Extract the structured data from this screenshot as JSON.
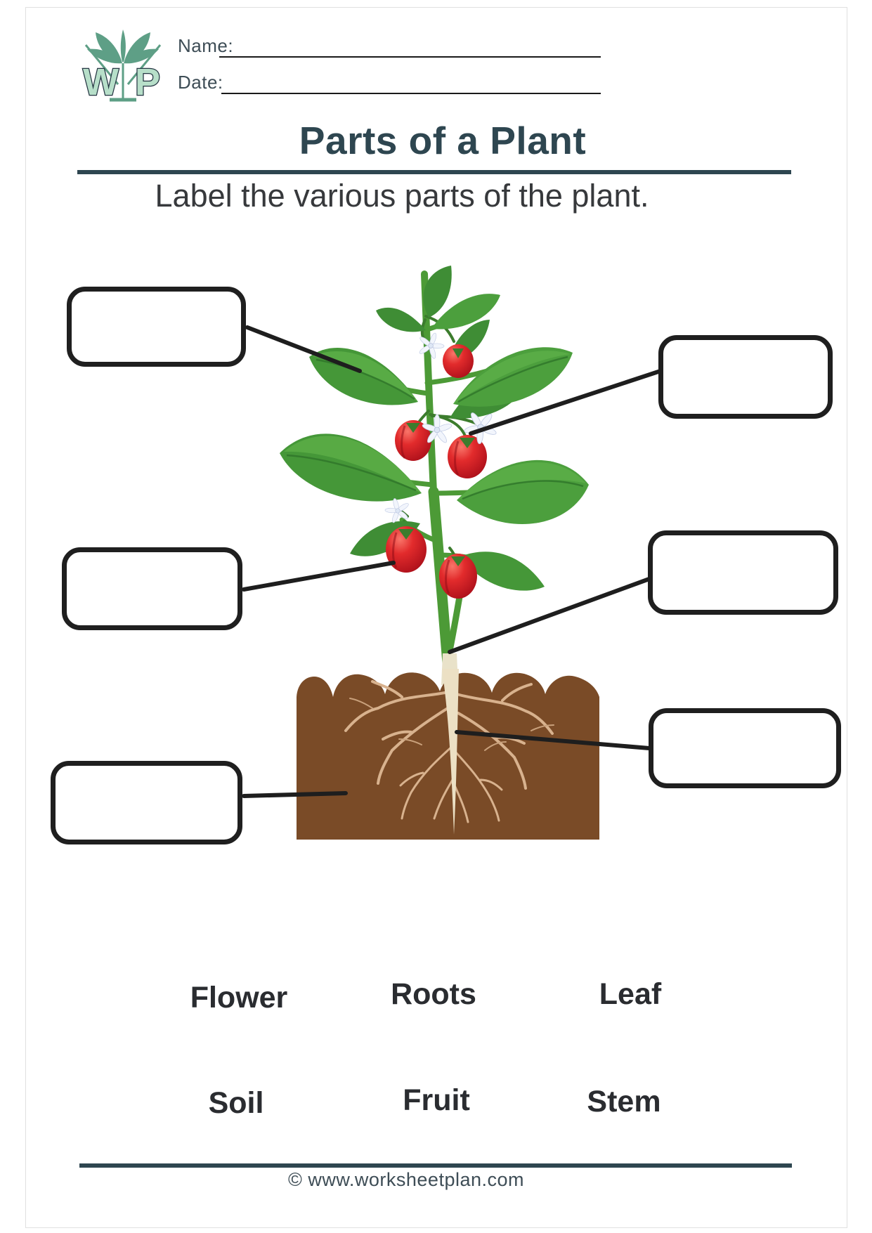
{
  "header": {
    "logo": {
      "w": "W",
      "p": "P"
    },
    "name_label": "Name:",
    "name_value": "",
    "date_label": "Date:",
    "date_value": ""
  },
  "title": "Parts of a Plant",
  "instruction": "Label the various parts of the plant.",
  "diagram": {
    "illustration": "pepper plant with green leaves, white flowers, red fruits, green stem and tan roots in brown soil",
    "answer_boxes": [
      {
        "id": "box-top-left",
        "points_to": "leaf",
        "value": ""
      },
      {
        "id": "box-top-right",
        "points_to": "flower",
        "value": ""
      },
      {
        "id": "box-middle-left",
        "points_to": "fruit",
        "value": ""
      },
      {
        "id": "box-middle-right",
        "points_to": "stem",
        "value": ""
      },
      {
        "id": "box-bottom-left",
        "points_to": "soil",
        "value": ""
      },
      {
        "id": "box-bottom-right",
        "points_to": "roots",
        "value": ""
      }
    ]
  },
  "word_bank": {
    "row1": [
      "Flower",
      "Roots",
      "Leaf"
    ],
    "row2": [
      "Soil",
      "Fruit",
      "Stem"
    ]
  },
  "footer": {
    "copyright": "© www.worksheetplan.com"
  },
  "colors": {
    "heading": "#2e4650",
    "rule": "#2e4650",
    "body_text": "#37393c",
    "connector_line": "#1e1e1e",
    "box_border": "#1f1f1f",
    "leaf_green": "#459738",
    "leaf_light": "#5fb24a",
    "stem_green": "#4c9a36",
    "fruit_red": "#dd2028",
    "flower_white": "#f2f5fc",
    "soil_brown": "#7a4b27",
    "root_tan": "#d8b28e",
    "taproot_cream": "#ece0c4",
    "logo_green": "#5e9f86",
    "logo_letter_fill": "#b7dfc9",
    "logo_letter_outline": "#243542"
  }
}
